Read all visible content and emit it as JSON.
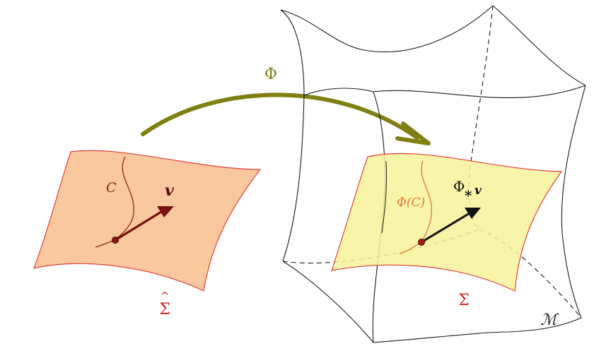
{
  "labels": {
    "map": "Φ",
    "curve": "C",
    "vector": "v",
    "source_surface": "Σ",
    "source_hat": "^",
    "image_curve": "Φ(C)",
    "pushforward_base": "Φ",
    "pushforward_sub": "*",
    "pushforward_vec": "v",
    "target_surface": "Σ",
    "manifold": "ℳ"
  },
  "colors": {
    "source_fill": "#f9c89e",
    "surface_edge": "#e0403a",
    "target_fill": "#f7f29a",
    "map_arrow": "#7f7f14",
    "vector_source": "#7a1010",
    "vector_target": "#111111",
    "label_red": "#d62a2a",
    "label_olive": "#7f7f14",
    "curve_brown": "#8a2a10"
  }
}
